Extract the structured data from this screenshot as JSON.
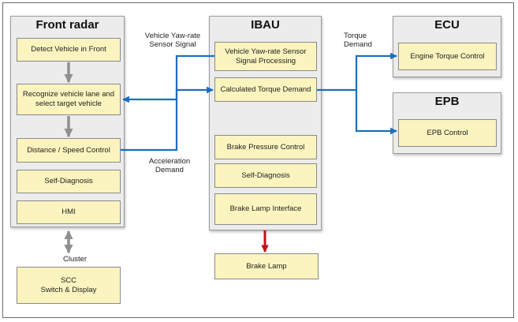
{
  "front_radar": {
    "title": "Front radar",
    "boxes": {
      "detect": "Detect Vehicle in Front",
      "recognize": "Recognize vehicle lane and\nselect target vehicle",
      "distance": "Distance / Speed Control",
      "self_diag": "Self-Diagnosis",
      "hmi": "HMI"
    }
  },
  "ibau": {
    "title": "IBAU",
    "boxes": {
      "yaw_processing": "Vehicle Yaw-rate Sensor\nSignal Processing",
      "torque_demand": "Calculated Torque Demand",
      "brake_pressure": "Brake Pressure Control",
      "self_diag": "Self-Diagnosis",
      "brake_lamp_interface": "Brake Lamp Interface"
    }
  },
  "ecu": {
    "title": "ECU",
    "box": "Engine Torque Control"
  },
  "epb": {
    "title": "EPB",
    "box": "EPB Control"
  },
  "brake_lamp": "Brake Lamp",
  "scc": "SCC\nSwitch & Display",
  "labels": {
    "yaw_signal": "Vehicle Yaw-rate\nSensor Signal",
    "acceleration": "Acceleration\nDemand",
    "torque": "Torque\nDemand",
    "cluster": "Cluster"
  },
  "colors": {
    "panel_bg": "#ececec",
    "box_fill": "#fbf4be",
    "signal_arrow": "#1a6fc0",
    "gray_arrow": "#8f8f8f",
    "brake_arrow": "#c0141c"
  }
}
